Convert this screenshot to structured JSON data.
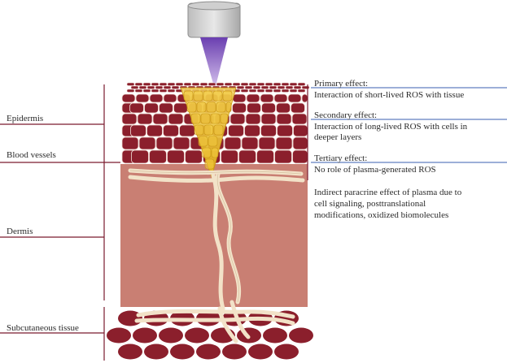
{
  "layers": {
    "epidermis": "Epidermis",
    "blood_vessels": "Blood vessels",
    "dermis": "Dermis",
    "subcutaneous": "Subcutaneous tissue"
  },
  "effects": {
    "primary_title": "Primary effect:",
    "primary_desc": "Interaction of short-lived ROS with tissue",
    "secondary_title": "Secondary effect:",
    "secondary_desc_1": "Interaction of long-lived ROS with cells in",
    "secondary_desc_2": "deeper layers",
    "tertiary_title": "Tertiary effect:",
    "tertiary_desc": "No role of plasma-generated ROS",
    "indirect_1": "Indirect paracrine effect of plasma due to",
    "indirect_2": "cell signaling, posttranslational",
    "indirect_3": "modifications, oxidized biomolecules"
  },
  "colors": {
    "bracket": "#7a1a2e",
    "effect_line": "#3a5fb0",
    "cell": "#8b1f2c",
    "cell_border": "#f3e2da",
    "dermis": "#c97f73",
    "vessel": "#f2e2c8",
    "plasma": "#8b5bbf",
    "cone": "#e4b323",
    "device": "#a9a9a9"
  }
}
